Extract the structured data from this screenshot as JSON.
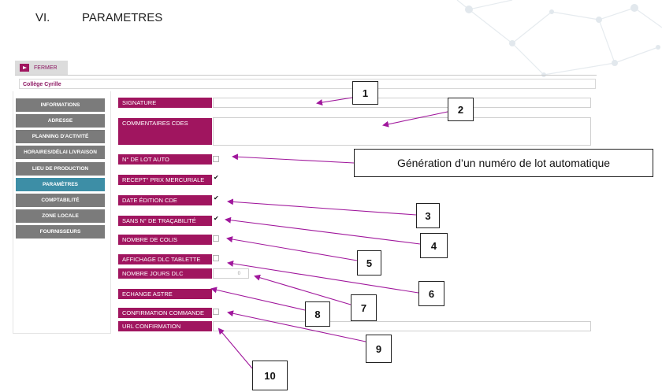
{
  "heading": {
    "number": "VI.",
    "title": "PARAMETRES"
  },
  "toolbar": {
    "close_label": "FERMER"
  },
  "school_name": "Collège Cyrille",
  "sidebar": {
    "items": [
      {
        "label": "INFORMATIONS"
      },
      {
        "label": "ADRESSE"
      },
      {
        "label": "PLANNING D'ACTIVITÉ"
      },
      {
        "label": "HORAIRES/DÉLAI LIVRAISON"
      },
      {
        "label": "LIEU DE PRODUCTION"
      },
      {
        "label": "PARAMÈTRES"
      },
      {
        "label": "COMPTABILITÉ"
      },
      {
        "label": "ZONE LOCALE"
      },
      {
        "label": "FOURNISSEURS"
      }
    ],
    "active_index": 5
  },
  "form": {
    "signature": {
      "label": "SIGNATURE",
      "value": ""
    },
    "commentaires": {
      "label": "COMMENTAIRES CDES",
      "value": ""
    },
    "lot_auto": {
      "label": "N° DE LOT AUTO",
      "checked": false
    },
    "recept_prix": {
      "label": "RECEPT° PRIX MERCURIALE",
      "checked": true
    },
    "date_edition": {
      "label": "DATE ÉDITION CDE",
      "checked": true
    },
    "sans_tracabilite": {
      "label": "SANS N° DE TRAÇABILITÉ",
      "checked": true
    },
    "nombre_colis": {
      "label": "NOMBRE DE COLIS",
      "checked": false
    },
    "affichage_dlc": {
      "label": "AFFICHAGE DLC TABLETTE",
      "checked": false
    },
    "nombre_jours_dlc": {
      "label": "NOMBRE JOURS DLC",
      "value": "0"
    },
    "echange_astre": {
      "label": "ECHANGE ASTRE"
    },
    "confirmation_commande": {
      "label": "CONFIRMATION COMMANDE",
      "checked": false
    },
    "url_confirmation": {
      "label": "URL CONFIRMATION",
      "value": ""
    }
  },
  "callouts": {
    "lot_auto_note": "Génération d’un numéro de lot automatique",
    "labels": [
      "1",
      "2",
      "3",
      "4",
      "5",
      "6",
      "7",
      "8",
      "9",
      "10"
    ]
  },
  "colors": {
    "label_bg": "#a0155f",
    "arrow": "#a0179c",
    "nav_bg": "#7b7b7b",
    "nav_active": "#3d8ea6"
  },
  "icons": {
    "close": "exit-arrow-icon",
    "check": "check-mark-icon"
  }
}
